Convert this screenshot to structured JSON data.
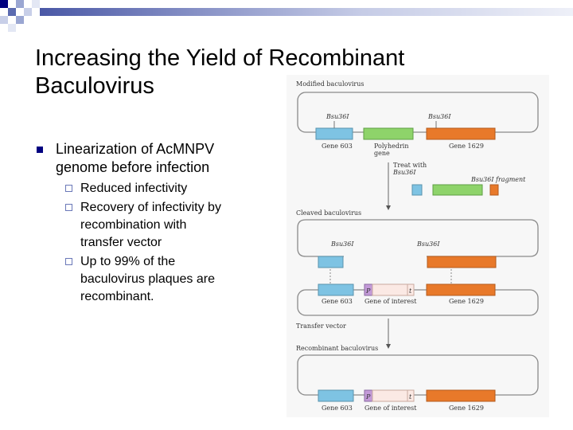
{
  "slide": {
    "title_line1": "Increasing the Yield of Recombinant",
    "title_line2": "Baculovirus",
    "bullet": {
      "line1": "Linearization of AcMNPV",
      "line2": "genome before infection"
    },
    "subbullets": [
      {
        "lines": [
          "Reduced infectivity"
        ]
      },
      {
        "lines": [
          "Recovery of infectivity by",
          "recombination with",
          "transfer vector"
        ]
      },
      {
        "lines": [
          "Up to 99% of the",
          "baculovirus plaques are",
          "recombinant."
        ]
      }
    ]
  },
  "figure": {
    "modified_label": "Modified baculovirus",
    "site_label": "Bsu36I",
    "gene603": "Gene 603",
    "polyhedrin_line1": "Polyhedrin",
    "polyhedrin_line2": "gene",
    "gene1629": "Gene 1629",
    "treat_line1": "Treat with",
    "treat_line2": "Bsu36I",
    "fragment_label": "Bsu36I fragment",
    "cleaved_label": "Cleaved baculovirus",
    "p_label": "P",
    "t_label": "t",
    "gene_interest": "Gene of interest",
    "transfer_label": "Transfer vector",
    "recombinant_label": "Recombinant baculovirus"
  },
  "colors": {
    "gene603": "#7ec3e3",
    "polyhedrin": "#8ed36a",
    "gene1629": "#e8792a",
    "interest": "#fbe9e4",
    "promoter": "#c39ad8",
    "line": "#8a8a8a"
  }
}
